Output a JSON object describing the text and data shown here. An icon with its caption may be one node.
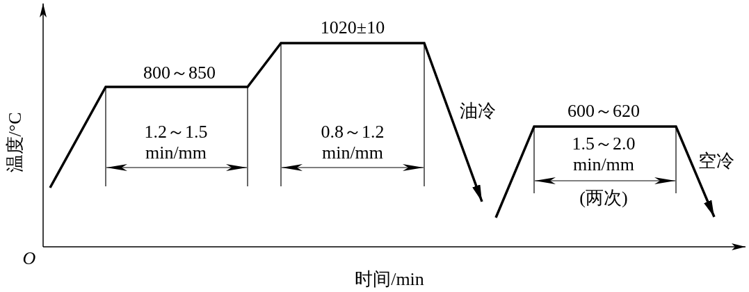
{
  "diagram": {
    "labels": [
      "温度/°C",
      "O",
      "时间/min",
      "1020±10",
      "800～850",
      "油冷",
      "600～620",
      "1.2～1.5 min/mm",
      "0.8～1.2 min/mm",
      "1.5～2.0 min/mm",
      "(两次)",
      "空冷"
    ]
  }
}
